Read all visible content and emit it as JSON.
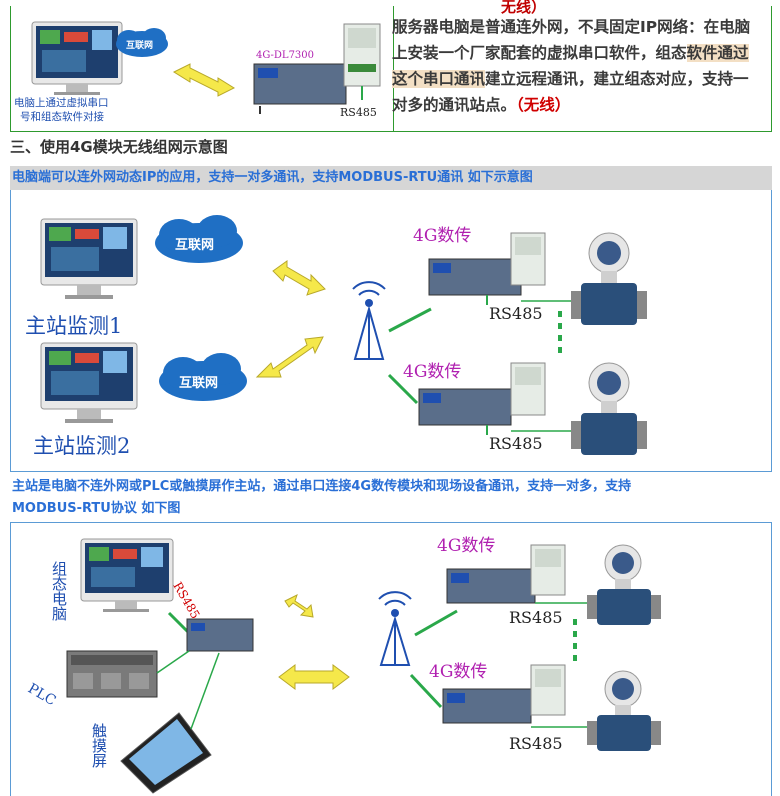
{
  "top": {
    "cut_label": "无线）",
    "cloud": "互联网",
    "module": "4G-DL7300",
    "rs485": "RS485",
    "caption_line1": "电脑上通过虚拟串口",
    "caption_line2": "号和组态软件对接",
    "text_a": "服务器电脑是普通连外网，不具固定IP网络：在电脑上安装一个厂家配套的虚拟串口软件，组态",
    "text_hl": "软件通过这个串口通讯",
    "text_b": "建立远程通讯，建立组态对应，支持一对多的通讯站点。",
    "text_red": "（无线）"
  },
  "section_heading": "三、使用4G模块无线组网示意图",
  "diagram1": {
    "header": "电脑端可以连外网动态IP的应用，支持一对多通讯，支持MODBUS-RTU通讯 如下示意图",
    "cloud": "互联网",
    "station1": "主站监测1",
    "station2": "主站监测2",
    "dtu": "4G数传",
    "rs485": "RS485"
  },
  "diagram2": {
    "note_line1": "主站是电脑不连外网或PLC或触摸屏作主站，通过串口连接4G数传模块和现场设备通讯，支持一对多，支持",
    "note_line2": "MODBUS-RTU协议     如下图",
    "label_pc": "组态电脑",
    "label_plc": "PLC",
    "label_touch": "触摸屏",
    "rs485_tag": "RS485",
    "dtu": "4G数传",
    "rs485": "RS485"
  },
  "colors": {
    "green_border": "#2e9a2e",
    "blue_border": "#5b9bd5",
    "blue_text": "#2a6fd6",
    "red": "#d00000",
    "highlight": "#f3dfc4",
    "arrow_yellow": "#f5e84a",
    "arrow_green": "#2aa84a"
  }
}
